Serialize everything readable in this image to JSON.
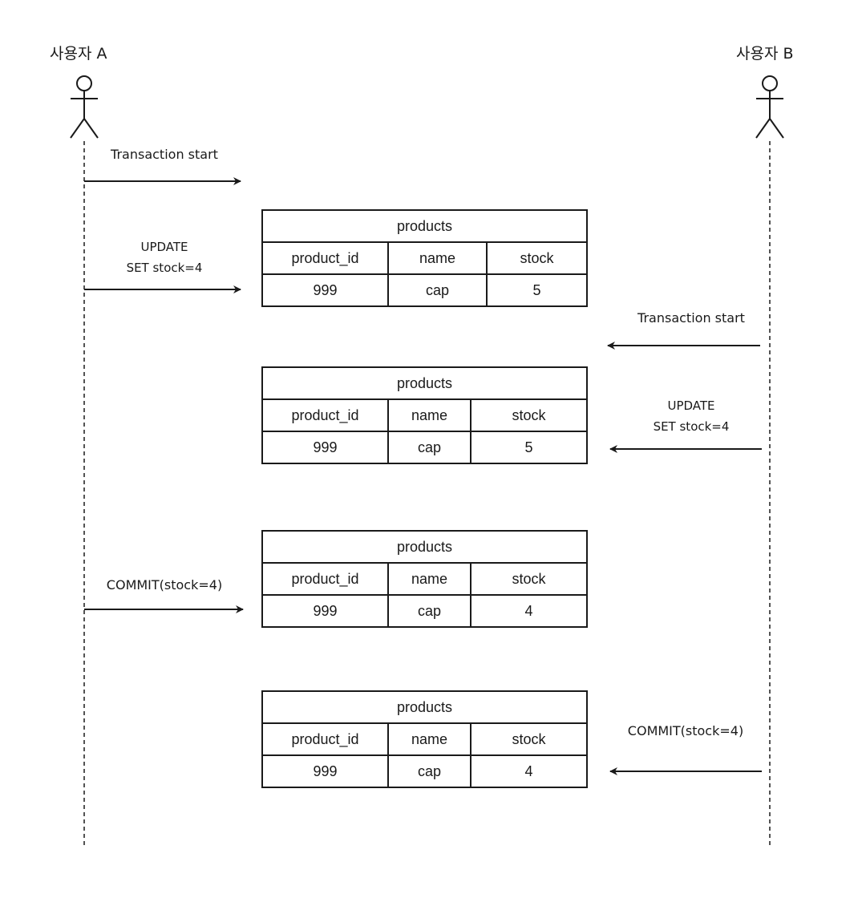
{
  "actors": {
    "a": {
      "label": "사용자 A"
    },
    "b": {
      "label": "사용자 B"
    }
  },
  "messages": {
    "a_tx_start": "Transaction start",
    "a_update_line1": "UPDATE",
    "a_update_line2": "SET stock=4",
    "b_tx_start": "Transaction start",
    "b_update_line1": "UPDATE",
    "b_update_line2": "SET stock=4",
    "a_commit": "COMMIT(stock=4)",
    "b_commit": "COMMIT(stock=4)"
  },
  "tables": [
    {
      "title": "products",
      "headers": [
        "product_id",
        "name",
        "stock"
      ],
      "row": [
        "999",
        "cap",
        "5"
      ]
    },
    {
      "title": "products",
      "headers": [
        "product_id",
        "name",
        "stock"
      ],
      "row": [
        "999",
        "cap",
        "5"
      ]
    },
    {
      "title": "products",
      "headers": [
        "product_id",
        "name",
        "stock"
      ],
      "row": [
        "999",
        "cap",
        "4"
      ]
    },
    {
      "title": "products",
      "headers": [
        "product_id",
        "name",
        "stock"
      ],
      "row": [
        "999",
        "cap",
        "4"
      ]
    }
  ],
  "colors": {
    "line": "#1a1a1a",
    "background": "#ffffff"
  }
}
